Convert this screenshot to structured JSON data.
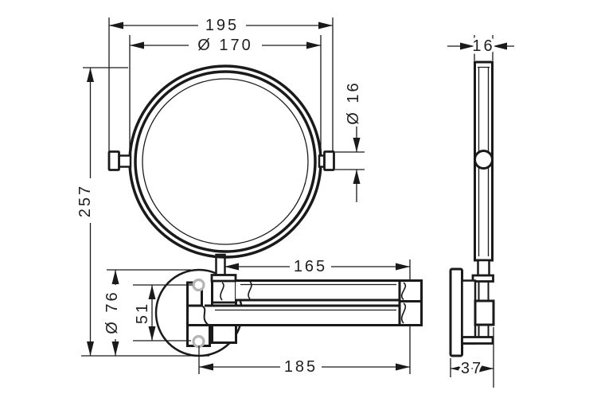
{
  "dims": {
    "overall_width": "195",
    "mirror_diameter": "Ø 170",
    "overall_height": "257",
    "knob_diameter": "Ø 16",
    "upper_arm_length": "165",
    "plate_diameter": "Ø 76",
    "screw_spacing": "51",
    "lower_arm_reach": "185",
    "mirror_thickness": "16",
    "wall_depth": "37"
  },
  "colors": {
    "line": "#1a1a1a",
    "screw": "#b4b4b4",
    "background": "#ffffff"
  }
}
